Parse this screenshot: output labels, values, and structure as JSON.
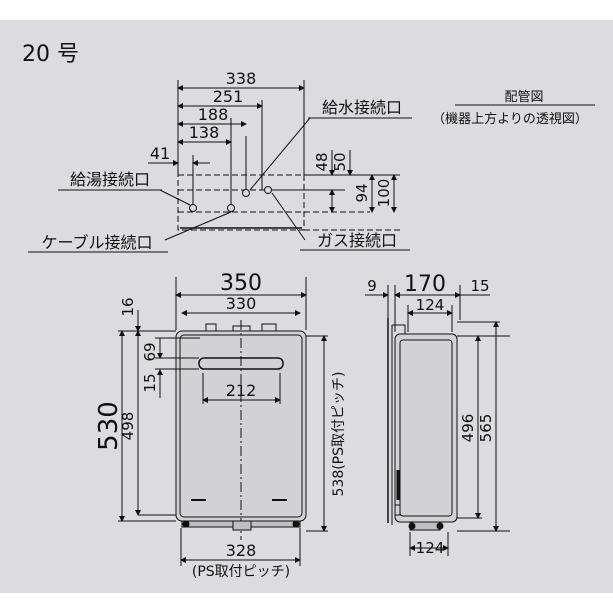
{
  "model": "20 号",
  "pipe_view": {
    "title": "配管図",
    "subtitle": "（機器上方よりの透視図）",
    "dims_horizontal": [
      "338",
      "251",
      "188",
      "138",
      "41"
    ],
    "dims_vertical": [
      "48",
      "50",
      "94",
      "100"
    ],
    "callouts": {
      "water_inlet": "給水接続口",
      "hot_water_outlet": "給湯接続口",
      "cable_inlet": "ケーブル接続口",
      "gas_inlet": "ガス接続口"
    }
  },
  "front_view": {
    "width_outer": "350",
    "width_inner": "330",
    "top_offset": "16",
    "dim_69": "69",
    "dim_15": "15",
    "height_total": "530",
    "height_498": "498",
    "dim_212": "212",
    "ps_pitch_vertical": "538(PS取付ピッチ)",
    "bottom_width": "328",
    "ps_pitch_bottom": "(PS取付ピッチ)"
  },
  "side_view": {
    "depth": "170",
    "dim_9": "9",
    "dim_15": "15",
    "top_124": "124",
    "height_496": "496",
    "height_565": "565",
    "bottom_124": "124"
  }
}
